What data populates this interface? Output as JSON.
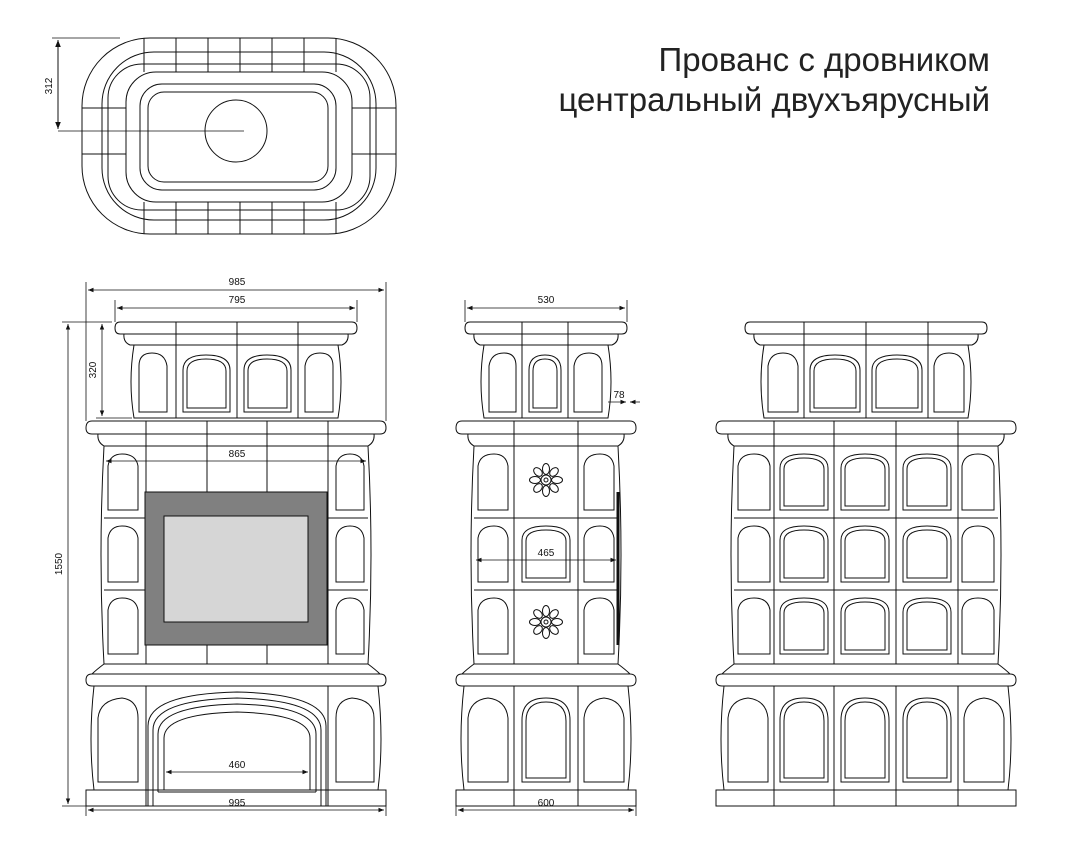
{
  "title": {
    "line1": "Прованс с дровником",
    "line2": "центральный двухъярусный"
  },
  "dimensions": {
    "top_view_depth": "312",
    "front_overall_width": "985",
    "front_crown_width": "795",
    "front_height": "1550",
    "front_top_tier_height": "320",
    "front_body_width": "865",
    "front_arch_width": "460",
    "front_base_width": "995",
    "side_crown_width": "530",
    "side_door_depth": "78",
    "side_body_width": "465",
    "side_base_width": "600"
  },
  "colors": {
    "line": "#111111",
    "door_frame": "#808080",
    "door_glass": "#d6d6d6"
  }
}
